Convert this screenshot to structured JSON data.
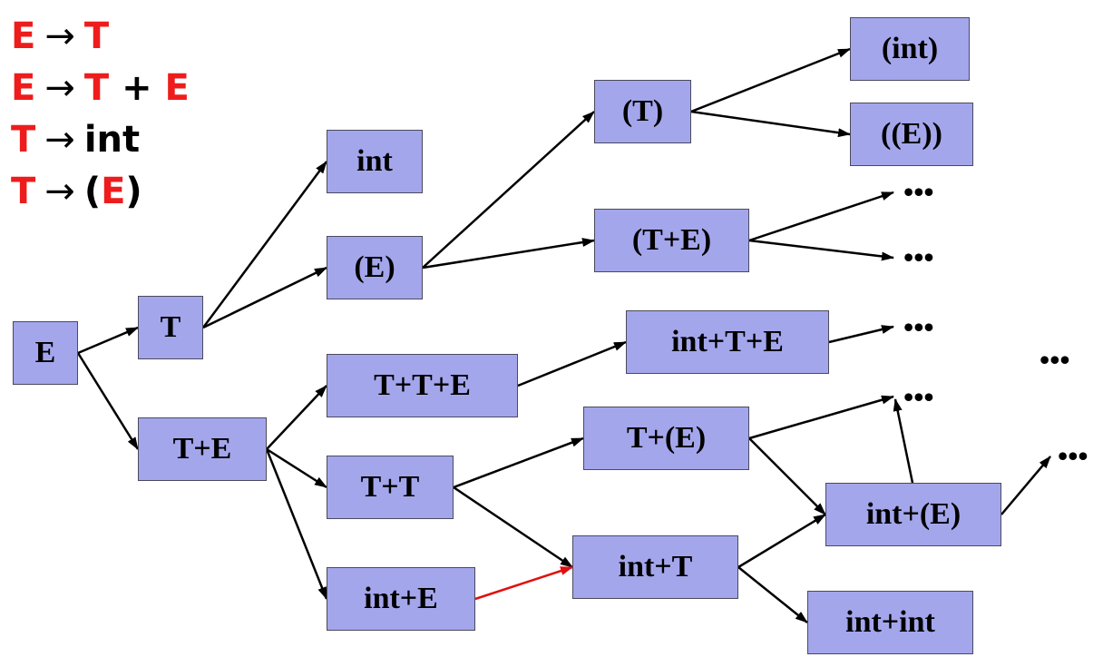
{
  "grammar": [
    {
      "lhs": "E",
      "arrow": "→",
      "rhs": [
        {
          "t": "T",
          "c": "red"
        }
      ]
    },
    {
      "lhs": "E",
      "arrow": "→",
      "rhs": [
        {
          "t": "T",
          "c": "red"
        },
        {
          "t": " + ",
          "c": "blk"
        },
        {
          "t": "E",
          "c": "red"
        }
      ]
    },
    {
      "lhs": "T",
      "arrow": "→",
      "rhs": [
        {
          "t": "int",
          "c": "blk"
        }
      ]
    },
    {
      "lhs": "T",
      "arrow": "→",
      "rhs": [
        {
          "t": "(",
          "c": "blk"
        },
        {
          "t": "E",
          "c": "red"
        },
        {
          "t": ")",
          "c": "blk"
        }
      ]
    }
  ],
  "nodes": {
    "n_E": "E",
    "n_T": "T",
    "n_TpE": "T+E",
    "n_int1": "int",
    "n_parE": "(E)",
    "n_parT": "(T)",
    "n_parTpE": "(T+E)",
    "n_parint": "(int)",
    "n_parparE": "((E))",
    "n_TpTpE": "T+T+E",
    "n_TpT": "T+T",
    "n_intpE": "int+E",
    "n_intpTpE": "int+T+E",
    "n_Tpar": "T+(E)",
    "n_intpT": "int+T",
    "n_intppar": "int+(E)",
    "n_intpint": "int+int"
  },
  "ellipsis": "•••",
  "colors": {
    "node_fill": "#a4a6ec",
    "highlight_edge": "#e01010",
    "edge": "#000000",
    "grammar_red": "#ee1c1c"
  }
}
